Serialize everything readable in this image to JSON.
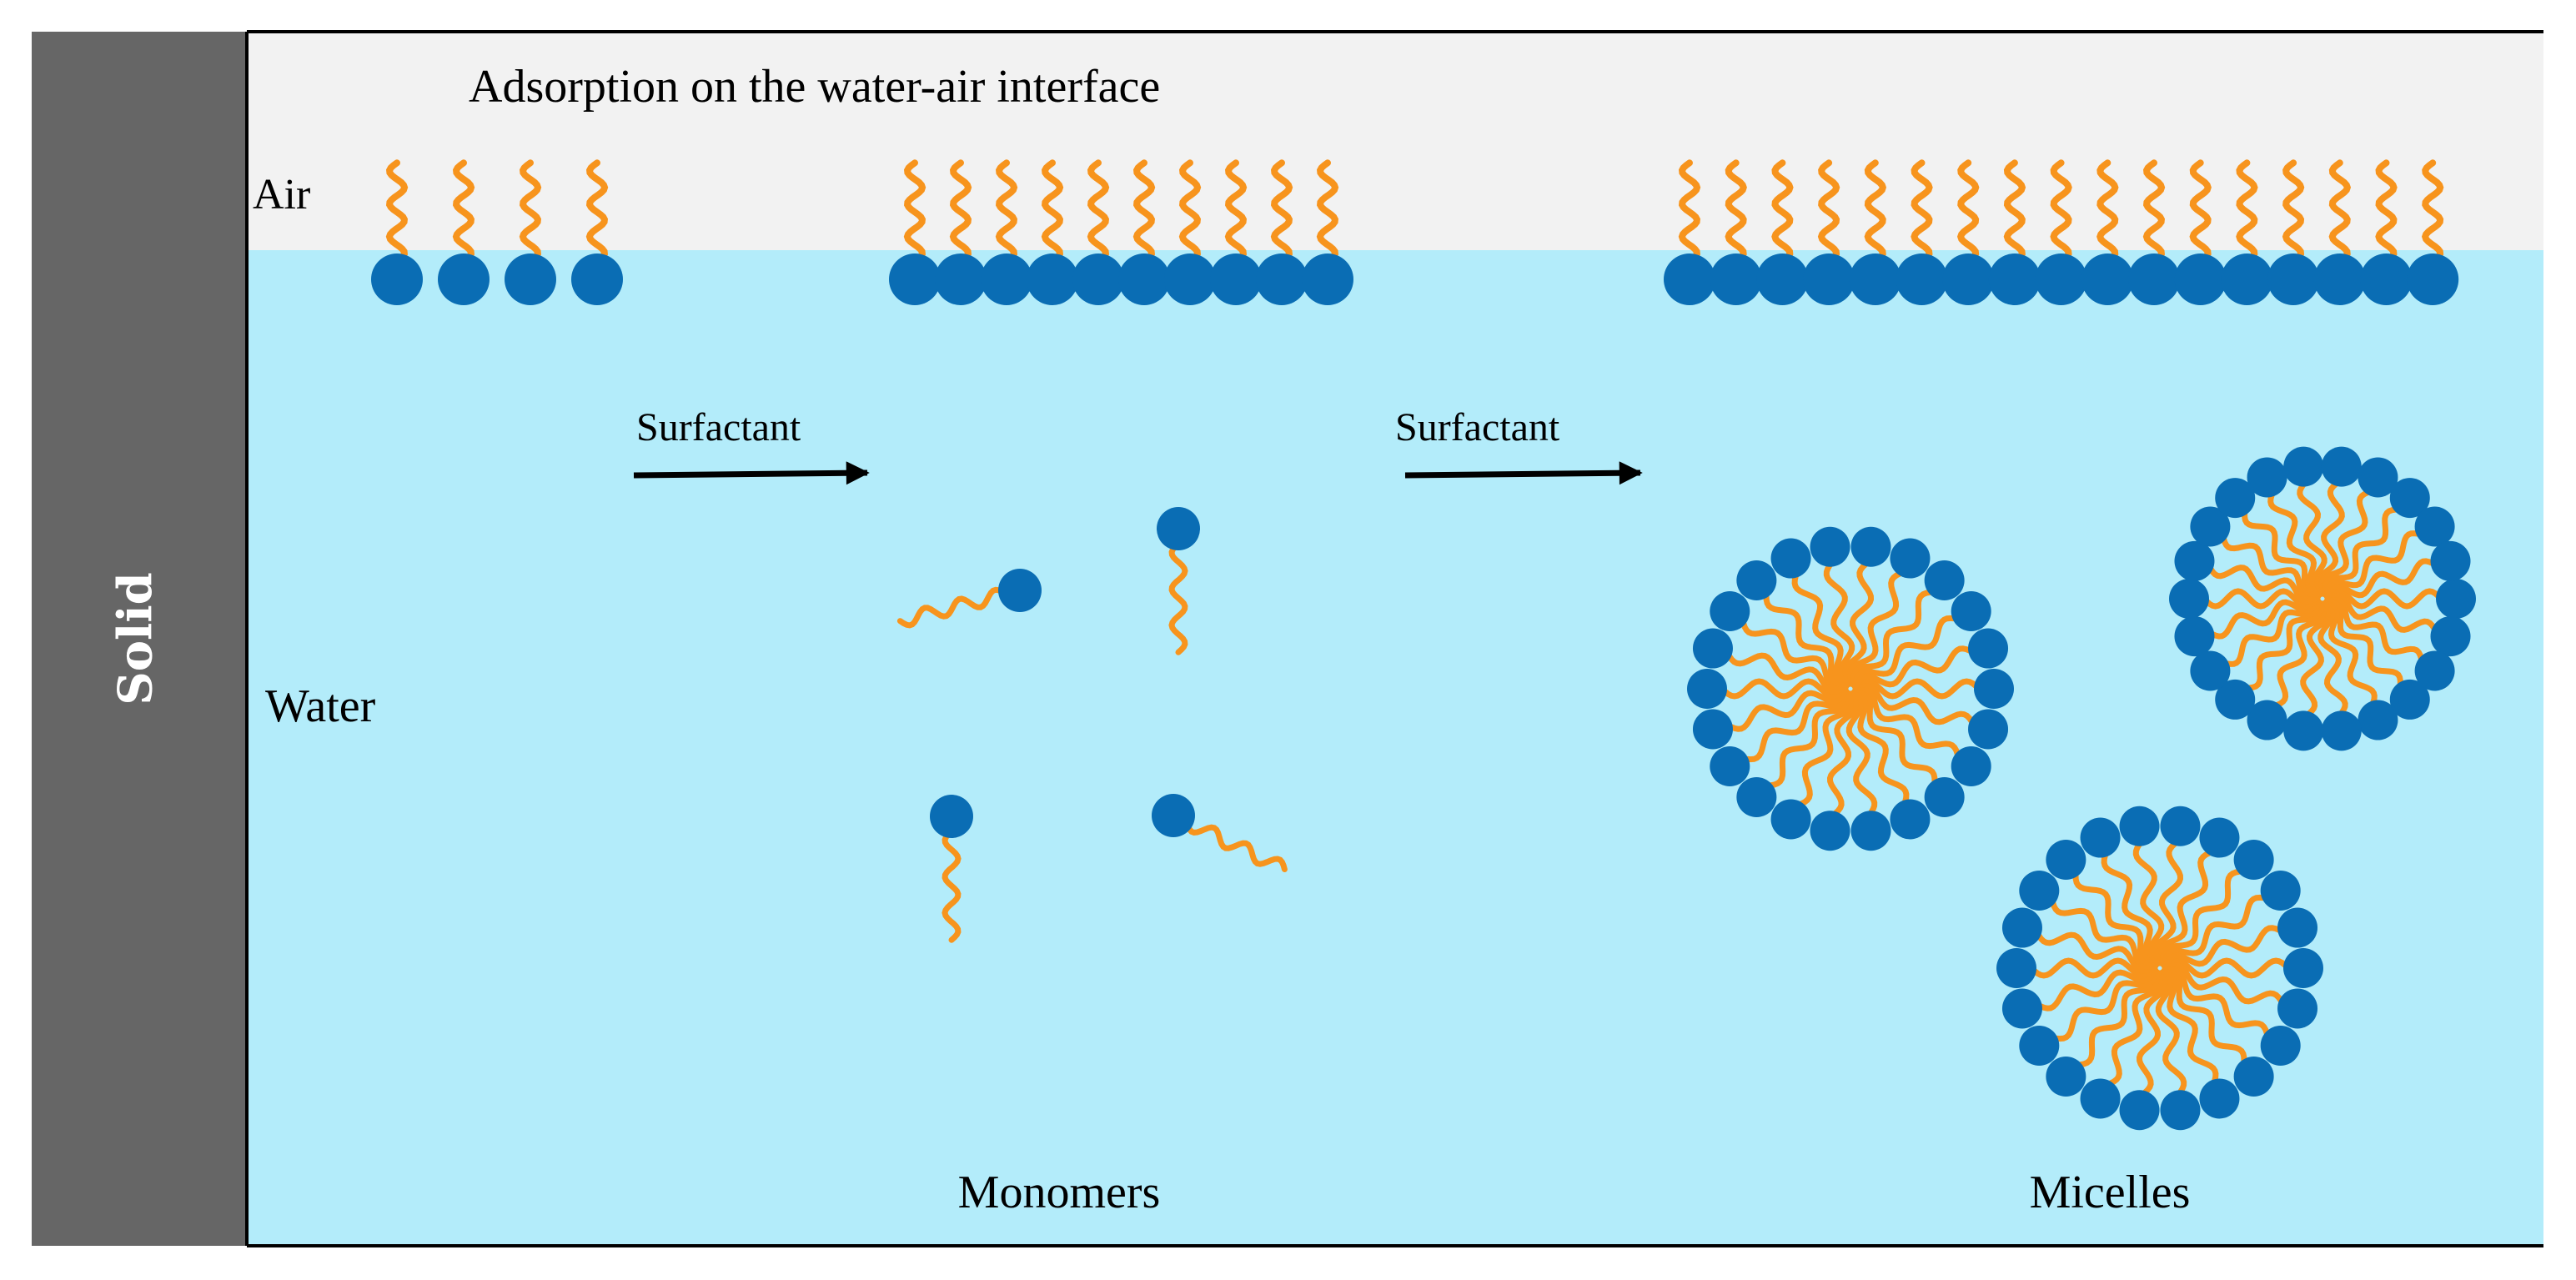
{
  "labels": {
    "solid": "Solid",
    "air": "Air",
    "water": "Water",
    "title": "Adsorption on the water-air interface",
    "arrow1": "Surfactant",
    "arrow2": "Surfactant",
    "monomers": "Monomers",
    "micelles": "Micelles"
  },
  "colors": {
    "solid": "#666666",
    "air": "#f2f2f2",
    "water": "#b3ecfa",
    "head": "#0a6db4",
    "tail": "#f7941d",
    "arrow": "#000000"
  },
  "groups": {
    "low_coverage_count": 4,
    "mid_coverage_count": 10,
    "full_coverage_count": 17,
    "monomer_count": 4,
    "micelle_count": 3
  }
}
